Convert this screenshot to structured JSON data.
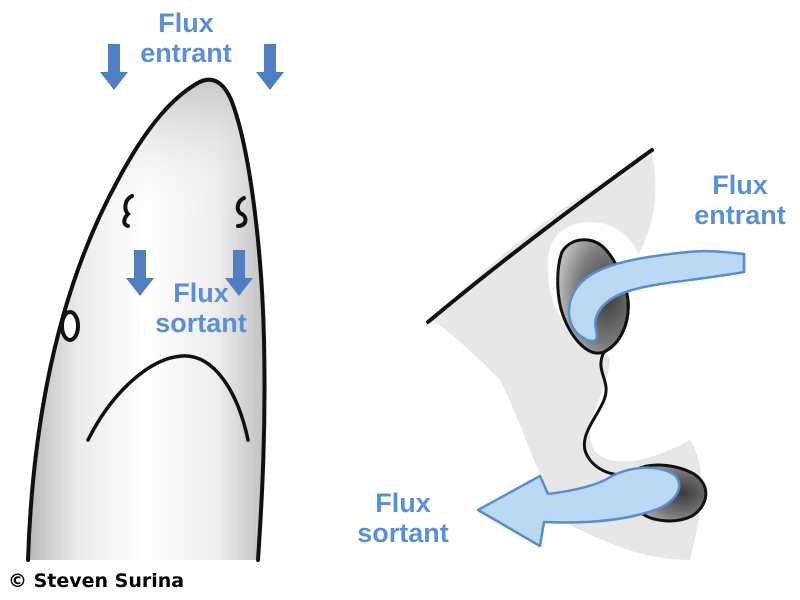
{
  "labels": {
    "left_in_line1": "Flux",
    "left_in_line2": "entrant",
    "left_out_line1": "Flux",
    "left_out_line2": "sortant",
    "right_in_line1": "Flux",
    "right_in_line2": "entrant",
    "right_out_line1": "Flux",
    "right_out_line2": "sortant"
  },
  "credit": "© Steven Surina",
  "colors": {
    "label_text": "#5b8fd6",
    "arrow_fill": "#4f7fc2",
    "flow_fill": "#bcd9f3",
    "flow_stroke": "#5a8cd0",
    "outline": "#111111",
    "skin_shade": "#d4d4d4"
  }
}
